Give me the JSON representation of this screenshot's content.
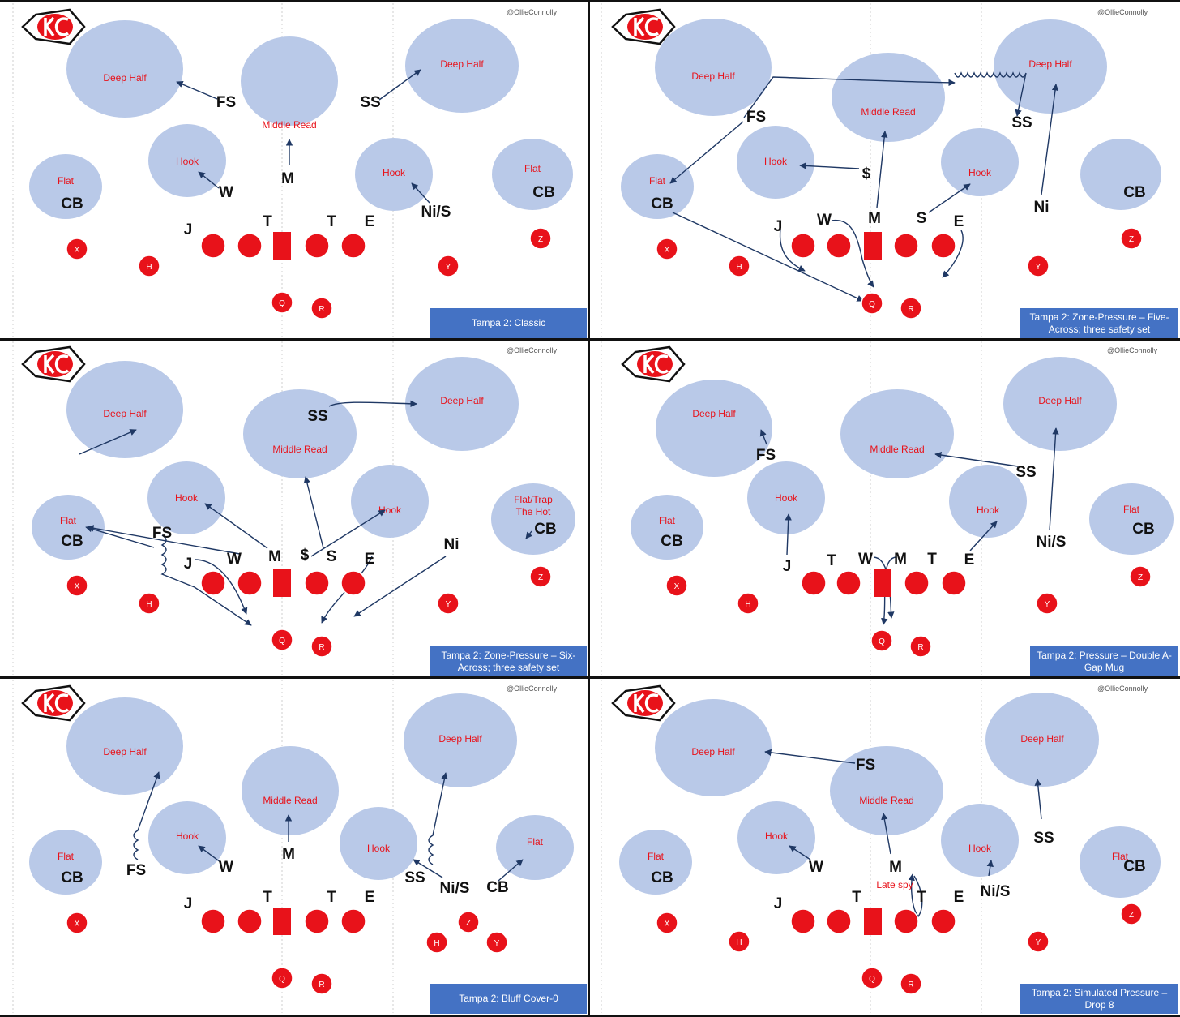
{
  "credit": "@OllieConnolly",
  "panels": [
    {
      "title": "Tampa 2: Classic",
      "zones": [
        {
          "label": "Deep Half"
        },
        {
          "label": "Deep Half"
        },
        {
          "label": "Middle Read"
        },
        {
          "label": "Hook"
        },
        {
          "label": "Hook"
        },
        {
          "label": "Flat"
        },
        {
          "label": "Flat"
        }
      ],
      "players": [
        "FS",
        "SS",
        "M",
        "W",
        "Ni/S",
        "CB",
        "CB",
        "J",
        "T",
        "T",
        "E"
      ],
      "offense": [
        "X",
        "H",
        "Y",
        "Z",
        "Q",
        "R"
      ]
    },
    {
      "title": "Tampa 2: Zone-Pressure – Five-Across; three safety set",
      "zones": [
        {
          "label": "Deep Half"
        },
        {
          "label": "Deep Half"
        },
        {
          "label": "Middle Read"
        },
        {
          "label": "Hook"
        },
        {
          "label": "Hook"
        },
        {
          "label": "Flat"
        }
      ],
      "players": [
        "FS",
        "SS",
        "Ni",
        "$",
        "CB",
        "CB",
        "J",
        "W",
        "M",
        "S",
        "E"
      ],
      "offense": [
        "X",
        "H",
        "Y",
        "Z",
        "Q",
        "R"
      ]
    },
    {
      "title": "Tampa 2: Zone-Pressure – Six-Across; three safety set",
      "zones": [
        {
          "label": "Deep Half"
        },
        {
          "label": "Deep Half"
        },
        {
          "label": "Middle Read"
        },
        {
          "label": "Hook"
        },
        {
          "label": "Hook"
        },
        {
          "label": "Flat"
        },
        {
          "label": "Flat/Trap"
        },
        {
          "label": "The Hot"
        }
      ],
      "players": [
        "SS",
        "FS",
        "CB",
        "CB",
        "J",
        "W",
        "M",
        "$",
        "S",
        "E",
        "Ni"
      ],
      "offense": [
        "X",
        "H",
        "Y",
        "Z",
        "Q",
        "R"
      ]
    },
    {
      "title": "Tampa 2: Pressure – Double A-Gap Mug",
      "zones": [
        {
          "label": "Deep Half"
        },
        {
          "label": "Deep Half"
        },
        {
          "label": "Middle Read"
        },
        {
          "label": "Hook"
        },
        {
          "label": "Hook"
        },
        {
          "label": "Flat"
        },
        {
          "label": "Flat"
        }
      ],
      "players": [
        "FS",
        "SS",
        "Ni/S",
        "CB",
        "CB",
        "J",
        "T",
        "W",
        "M",
        "T",
        "E"
      ],
      "offense": [
        "X",
        "H",
        "Y",
        "Z",
        "Q",
        "R"
      ]
    },
    {
      "title": "Tampa 2: Bluff Cover-0",
      "zones": [
        {
          "label": "Deep Half"
        },
        {
          "label": "Deep Half"
        },
        {
          "label": "Middle Read"
        },
        {
          "label": "Hook"
        },
        {
          "label": "Hook"
        },
        {
          "label": "Flat"
        },
        {
          "label": "Flat"
        }
      ],
      "players": [
        "M",
        "W",
        "FS",
        "SS",
        "Ni/S",
        "CB",
        "CB",
        "J",
        "T",
        "T",
        "E"
      ],
      "offense": [
        "X",
        "H",
        "Y",
        "Z",
        "Q",
        "R"
      ]
    },
    {
      "title": "Tampa 2: Simulated Pressure – Drop 8",
      "zones": [
        {
          "label": "Deep Half"
        },
        {
          "label": "Deep Half"
        },
        {
          "label": "Middle Read"
        },
        {
          "label": "Hook"
        },
        {
          "label": "Hook"
        },
        {
          "label": "Flat"
        },
        {
          "label": "Flat"
        }
      ],
      "players": [
        "FS",
        "SS",
        "M",
        "W",
        "Ni/S",
        "CB",
        "CB",
        "J",
        "T",
        "T",
        "E"
      ],
      "notes": [
        "Late spy"
      ],
      "offense": [
        "X",
        "H",
        "Y",
        "Z",
        "Q",
        "R"
      ]
    }
  ],
  "colors": {
    "zone": "#b9c9e8",
    "offense": "#e8121a",
    "label_bg": "#4472c4",
    "route": "#1f3864"
  }
}
